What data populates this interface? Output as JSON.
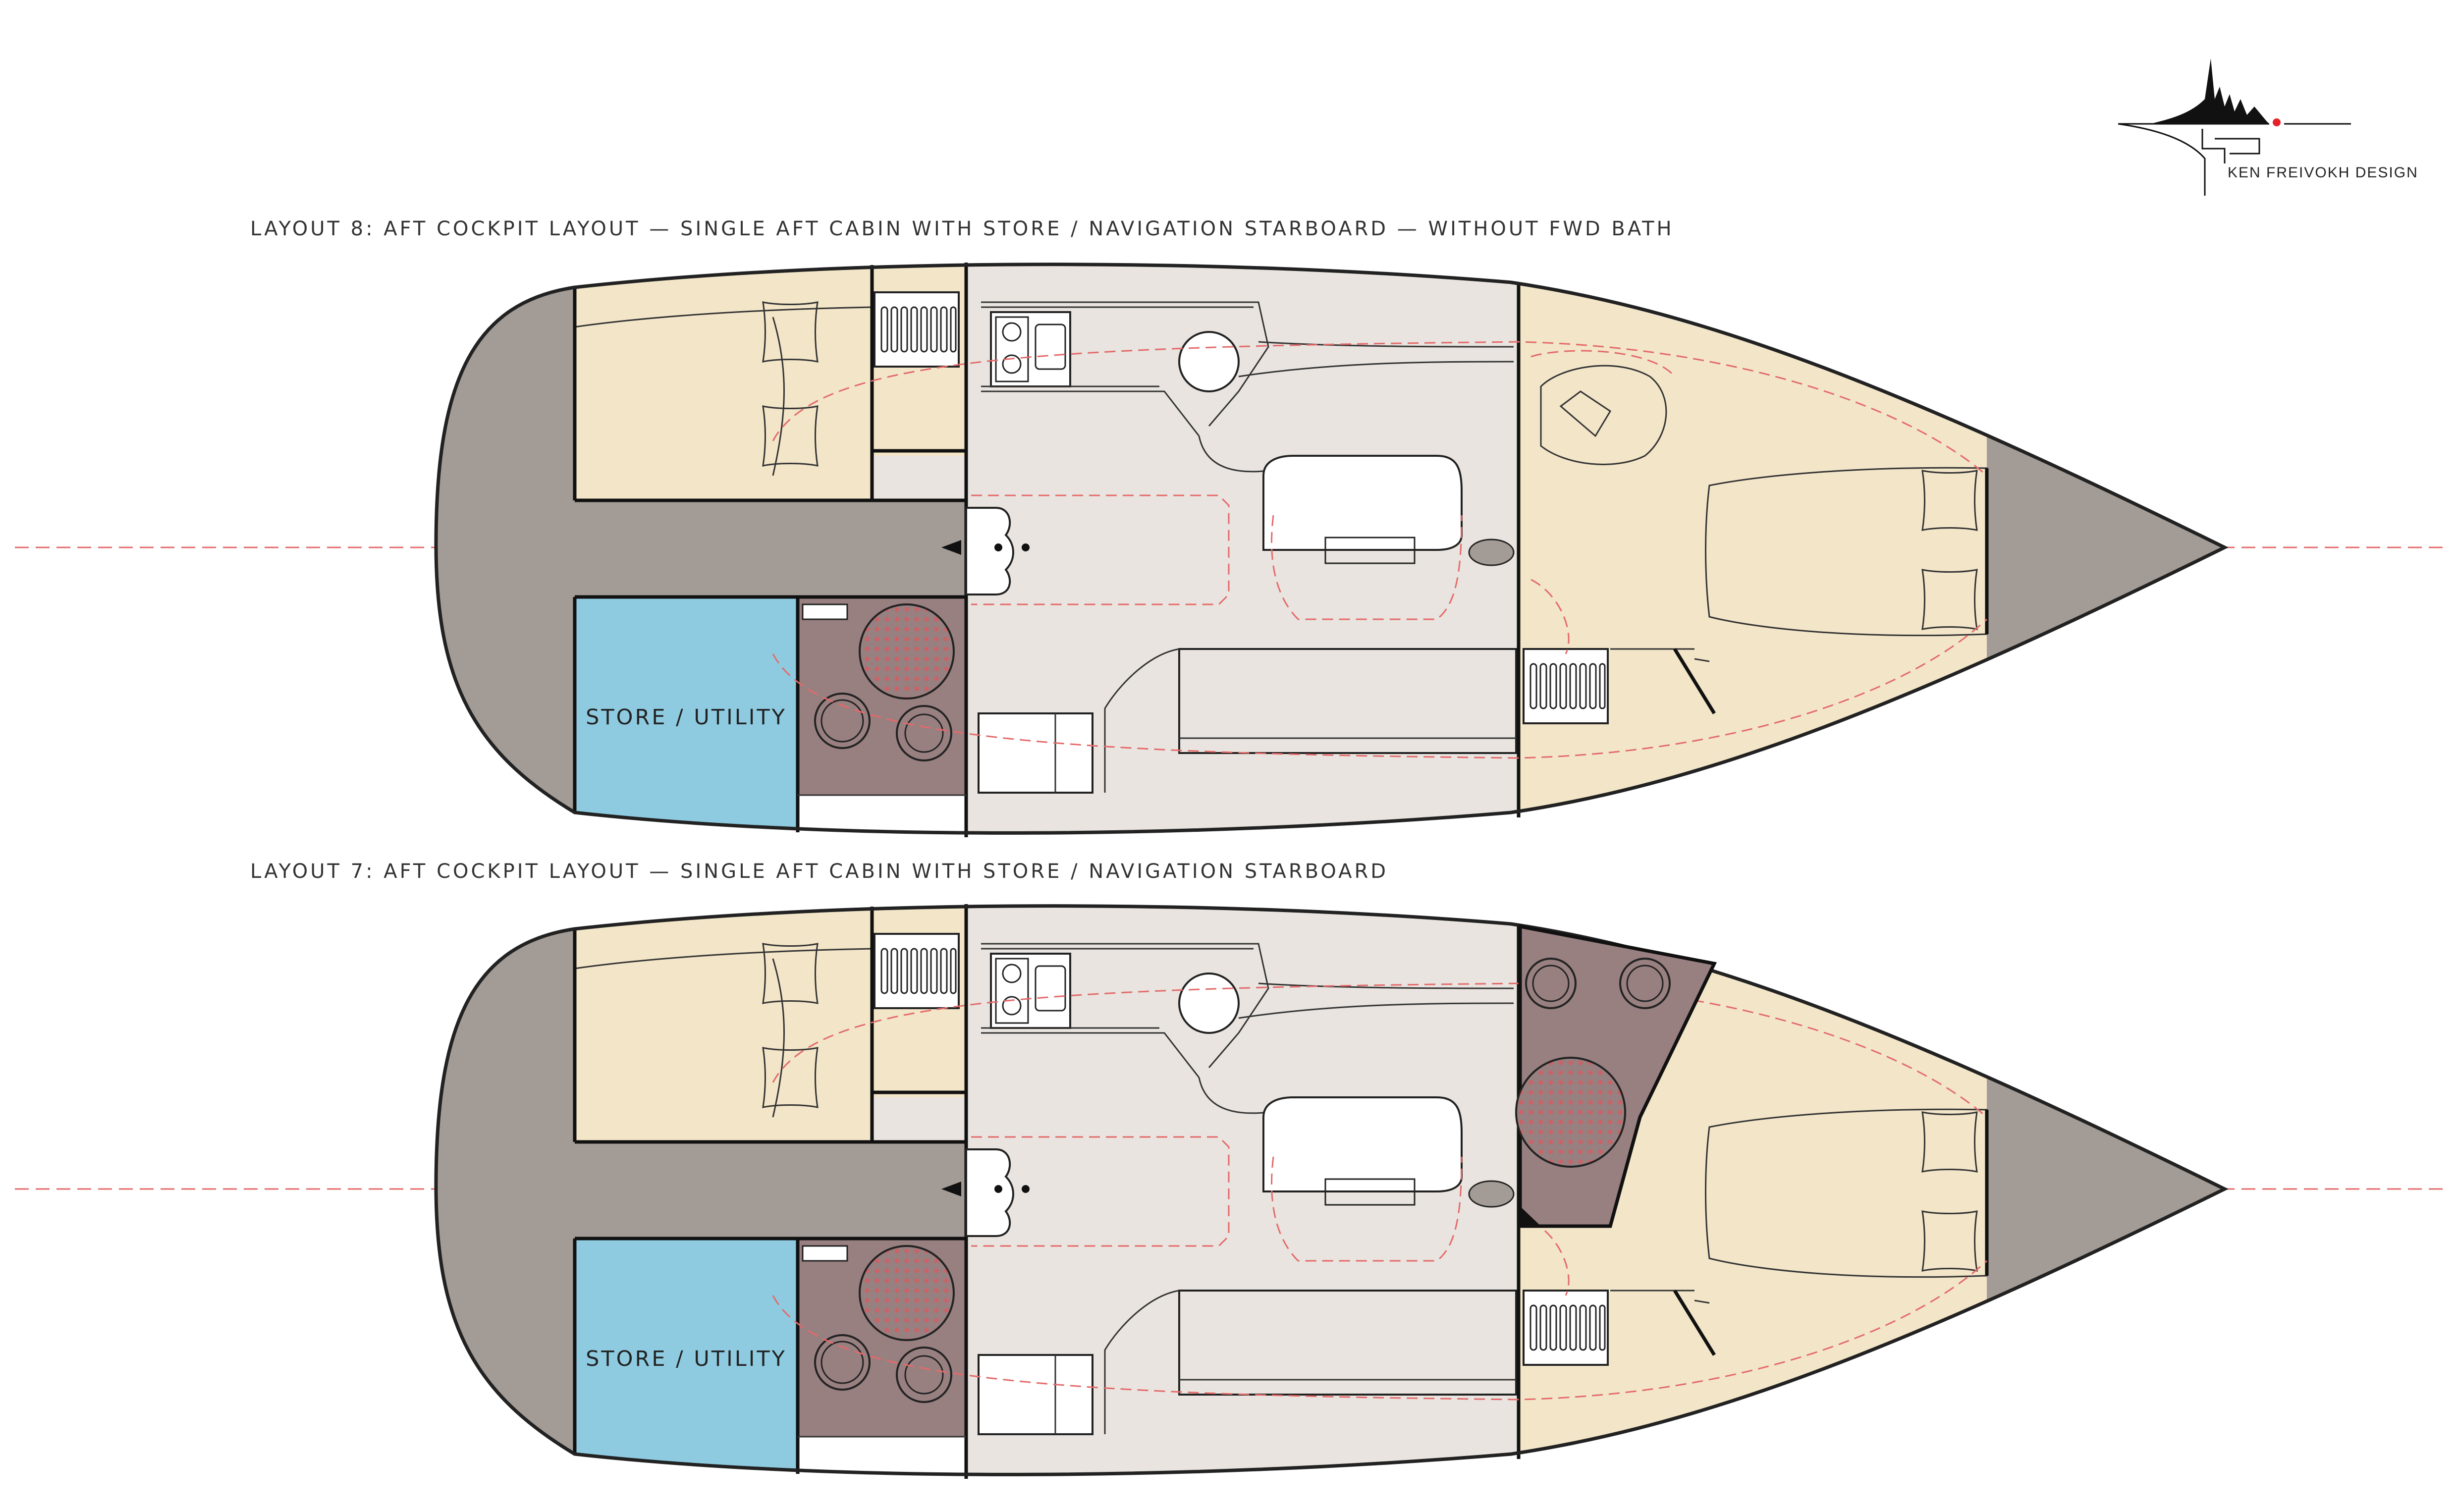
{
  "brand": {
    "name": "KEN FREIVOKH DESIGN"
  },
  "layouts": [
    {
      "title": "LAYOUT 8:  AFT COCKPIT LAYOUT — SINGLE AFT CABIN WITH STORE / NAVIGATION STARBOARD — WITHOUT FWD BATH",
      "store_label": "STORE / UTILITY",
      "forward_head": false
    },
    {
      "title": "LAYOUT 7:  AFT COCKPIT LAYOUT — SINGLE AFT CABIN WITH STORE / NAVIGATION STARBOARD",
      "store_label": "STORE / UTILITY",
      "forward_head": true
    }
  ],
  "colors": {
    "cockpit": "#a39b95",
    "cabin": "#f2e5c8",
    "saloon": "#e9e4df",
    "head": "#987f80",
    "store": "#8ecbe0",
    "bow": "#a39b95",
    "centerline": "#e46a6a",
    "brand_dot": "#e8202a"
  },
  "icons": [
    "ken-freivokh-logo-icon",
    "stove-icon",
    "sink-icon",
    "toilet-icon",
    "shower-icon",
    "table-icon"
  ]
}
